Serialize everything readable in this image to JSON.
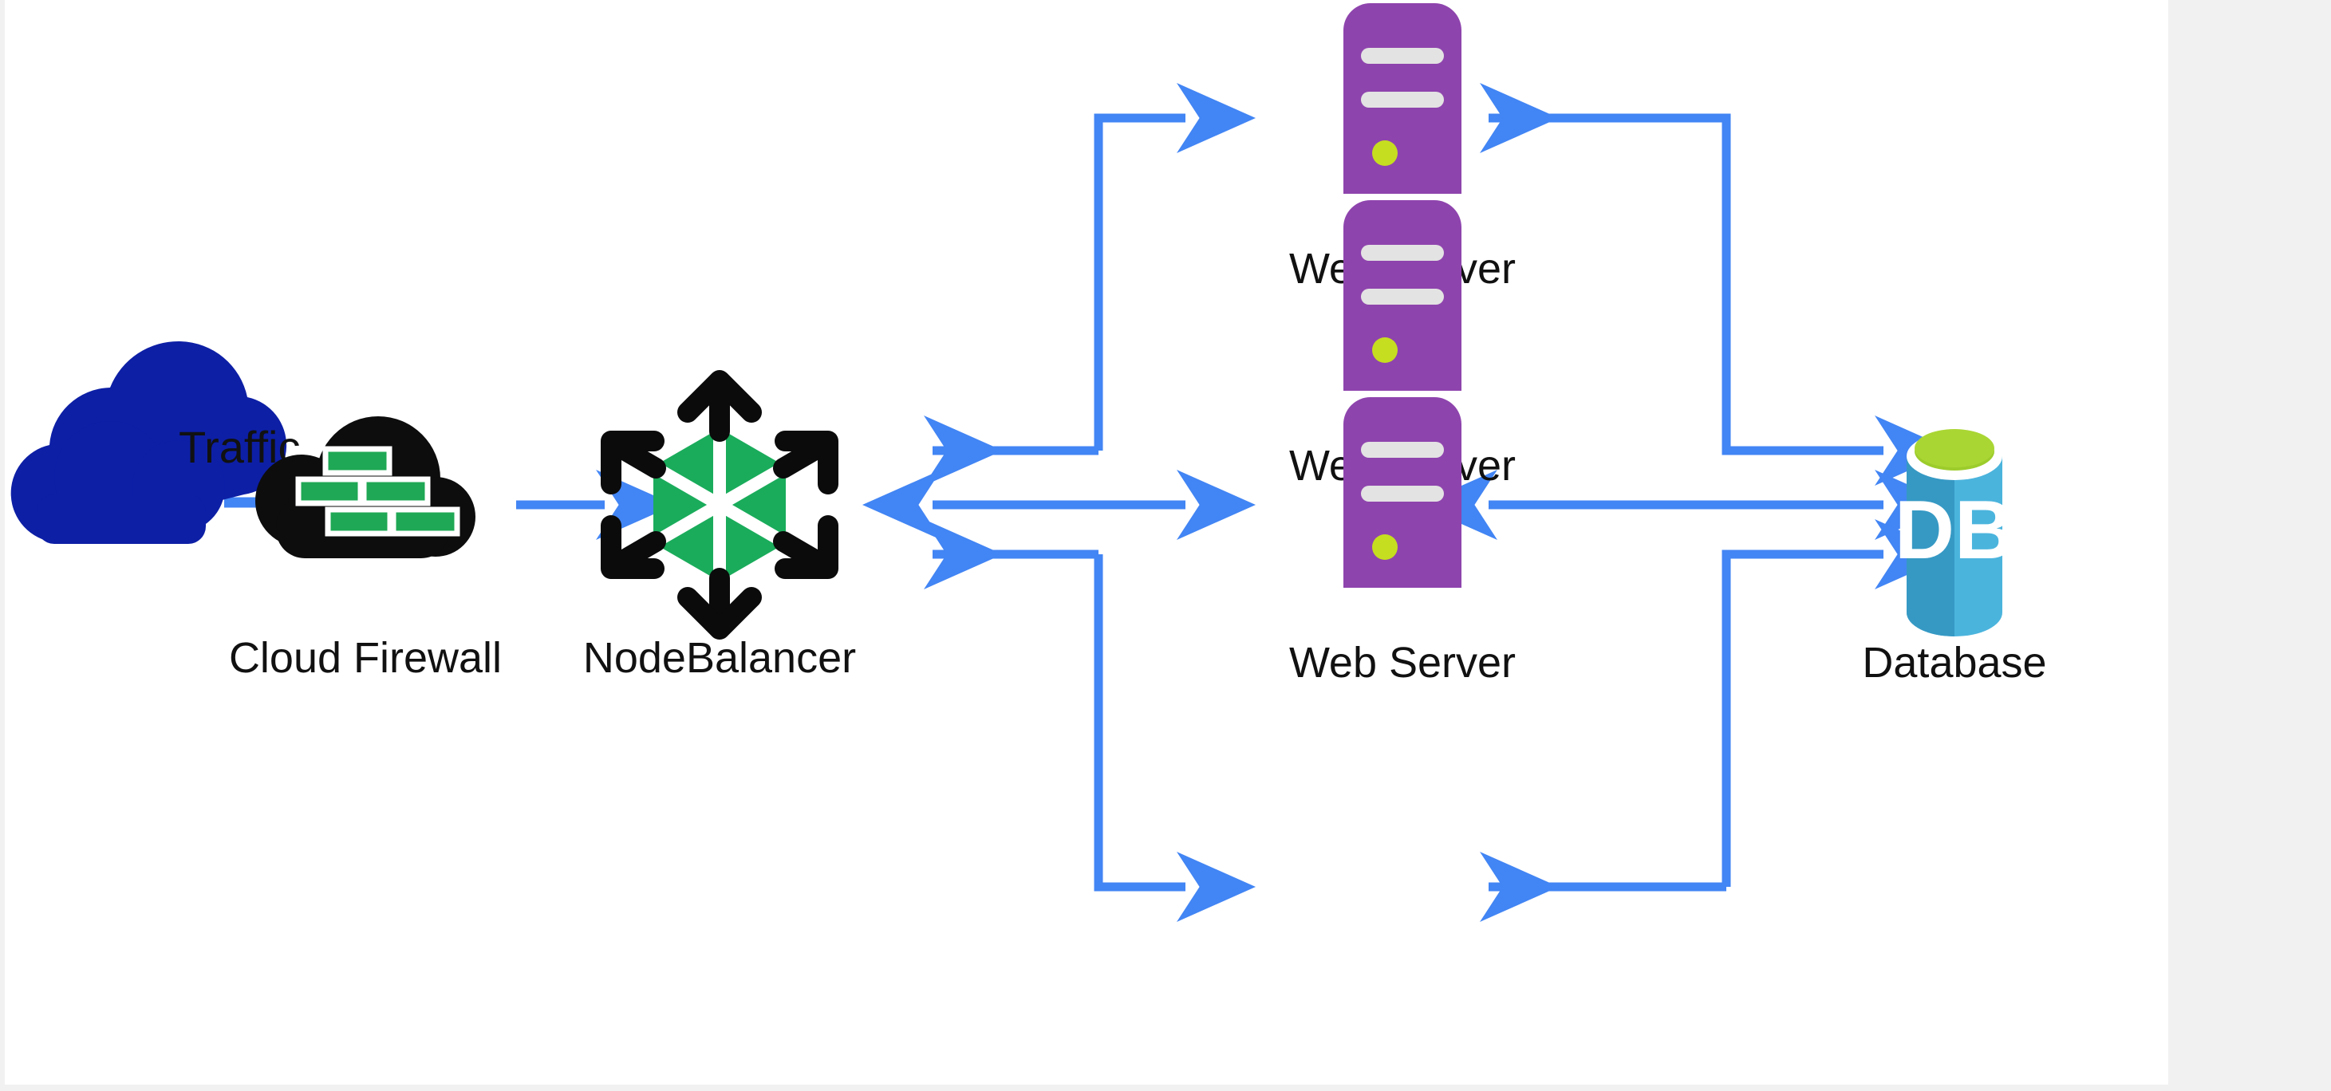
{
  "diagram": {
    "title_text_visible": false,
    "background_color": "#f1f1f1",
    "canvas_color": "#ffffff",
    "arrow_color": "#4285f4",
    "nodes": {
      "traffic": {
        "label": "Traffic",
        "icon": "cloud-icon",
        "color": "#0d1fa5"
      },
      "firewall": {
        "label": "Cloud Firewall",
        "icon": "cloud-firewall-icon",
        "cloud_color": "#0d0d0d",
        "brick_color": "#1fa855"
      },
      "nodebalancer": {
        "label": "NodeBalancer",
        "icon": "nodebalancer-hexagon-icon",
        "hex_color": "#1aac5b",
        "arrow_color": "#0b0b0b"
      },
      "web_servers": [
        {
          "label": "Web Server",
          "icon": "server-tower-icon",
          "body_color": "#8e44ad",
          "slot_color": "#e3e3e3",
          "led_color": "#c6de20"
        },
        {
          "label": "Web Server",
          "icon": "server-tower-icon",
          "body_color": "#8e44ad",
          "slot_color": "#e3e3e3",
          "led_color": "#c6de20"
        },
        {
          "label": "Web Server",
          "icon": "server-tower-icon",
          "body_color": "#8e44ad",
          "slot_color": "#e3e3e3",
          "led_color": "#c6de20"
        }
      ],
      "database": {
        "label": "Database",
        "icon": "database-cylinder-icon",
        "text": "DB",
        "top_color": "#9ccc2b",
        "body_left_color": "#3699c4",
        "body_right_color": "#4bb4dd"
      }
    },
    "connections": [
      {
        "from": "traffic",
        "to": "firewall",
        "style": "dashed",
        "direction": "none"
      },
      {
        "from": "firewall",
        "to": "nodebalancer",
        "style": "solid",
        "direction": "forward"
      },
      {
        "from": "nodebalancer",
        "to": "web-server-1",
        "style": "solid",
        "direction": "forward"
      },
      {
        "from": "web-server-1",
        "to": "nodebalancer",
        "style": "solid",
        "direction": "forward"
      },
      {
        "from": "nodebalancer",
        "to": "web-server-2",
        "style": "solid",
        "direction": "both"
      },
      {
        "from": "nodebalancer",
        "to": "web-server-3",
        "style": "solid",
        "direction": "forward"
      },
      {
        "from": "web-server-3",
        "to": "nodebalancer",
        "style": "solid",
        "direction": "forward"
      },
      {
        "from": "web-server-1",
        "to": "database",
        "style": "solid",
        "direction": "forward"
      },
      {
        "from": "database",
        "to": "web-server-1",
        "style": "solid",
        "direction": "forward"
      },
      {
        "from": "web-server-2",
        "to": "database",
        "style": "solid",
        "direction": "both"
      },
      {
        "from": "web-server-3",
        "to": "database",
        "style": "solid",
        "direction": "forward"
      },
      {
        "from": "database",
        "to": "web-server-3",
        "style": "solid",
        "direction": "forward"
      }
    ]
  }
}
